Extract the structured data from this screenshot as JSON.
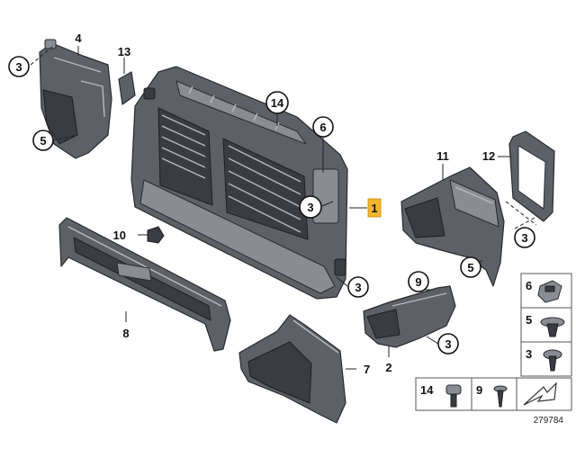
{
  "callouts": {
    "c1": "1",
    "c2": "2",
    "c3a": "3",
    "c3b": "3",
    "c3c": "3",
    "c3d": "3",
    "c3e": "3",
    "c4": "4",
    "c5a": "5",
    "c5b": "5",
    "c6": "6",
    "c7": "7",
    "c8": "8",
    "c9": "9",
    "c10": "10",
    "c11": "11",
    "c12": "12",
    "c13": "13",
    "c14": "14"
  },
  "legend": {
    "l6": "6",
    "l5": "5",
    "l3": "3",
    "l14": "14",
    "l9": "9"
  },
  "diagram_number": "279784",
  "colors": {
    "highlight": "#f3b52a",
    "part": "#5e6068"
  }
}
